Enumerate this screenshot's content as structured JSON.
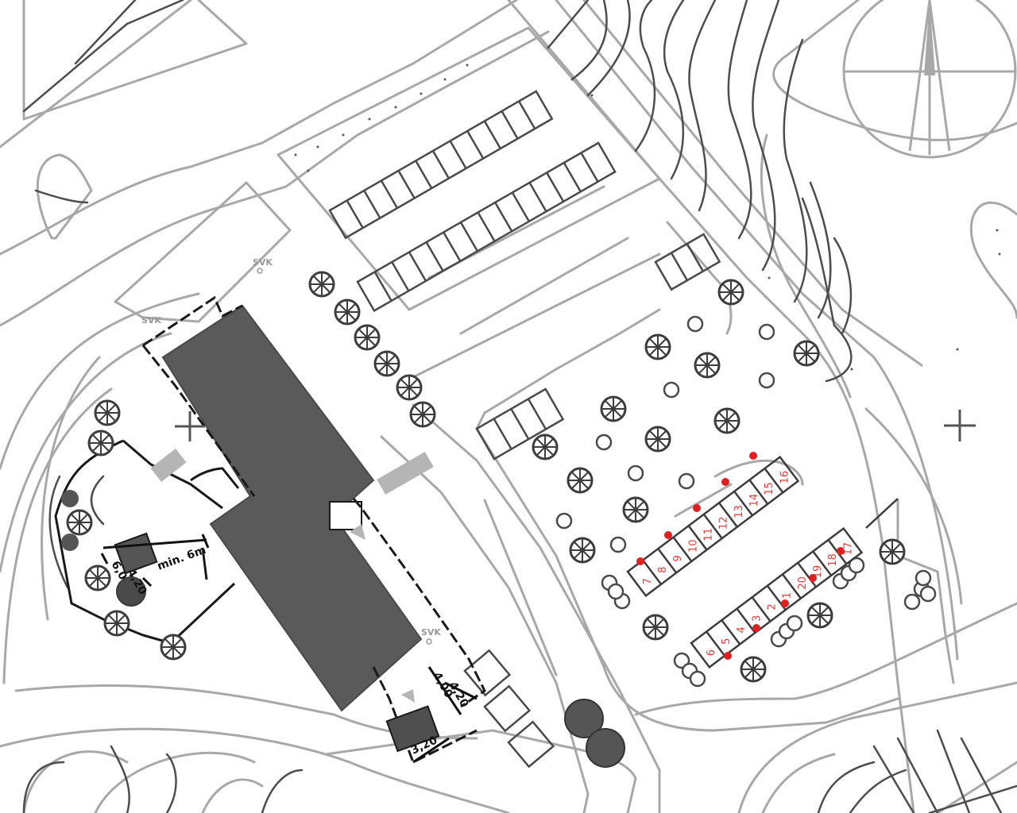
{
  "site_plan": {
    "colors": {
      "background": "#ffffff",
      "building": "#5a5a5a",
      "road_lines": "#a8a8a8",
      "contours": "#4d4d4d",
      "property_line": "#1a1a1a",
      "lot_markers": "#e23b3b"
    },
    "utility_labels": [
      {
        "id": "svk-1",
        "text": "SVK"
      },
      {
        "id": "svk-2",
        "text": "SVK"
      },
      {
        "id": "svk-3",
        "text": "SVK"
      }
    ],
    "dimension_labels": {
      "west_setback": "6,0",
      "west_width": "4,20",
      "west_min": "min. 6m",
      "south_depth": "4,00",
      "south_width": "4,20",
      "south_height": "3,20"
    },
    "lot_row_north": [
      "7",
      "8",
      "9",
      "10",
      "11",
      "12",
      "13",
      "14",
      "15",
      "16"
    ],
    "lot_row_south": [
      "6",
      "5",
      "4",
      "3",
      "2",
      "1",
      "20",
      "19",
      "18",
      "17"
    ],
    "icons": [
      "north-arrow-icon",
      "tree-icon",
      "crosshair-icon",
      "lot-marker-icon"
    ]
  }
}
